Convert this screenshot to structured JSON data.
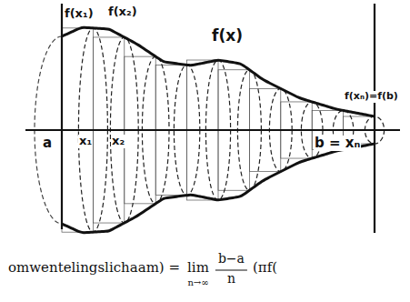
{
  "diagram": {
    "labels": [
      "f(x₁)",
      "f(x₂)",
      "f(x)",
      "f(xₙ)=f(b)",
      "a",
      "x₁",
      "x₂",
      "b = xₙ",
      "omwentelingslichaam) =",
      "lim",
      "n→∞",
      "b−a",
      "n",
      "(πf("
    ]
  }
}
